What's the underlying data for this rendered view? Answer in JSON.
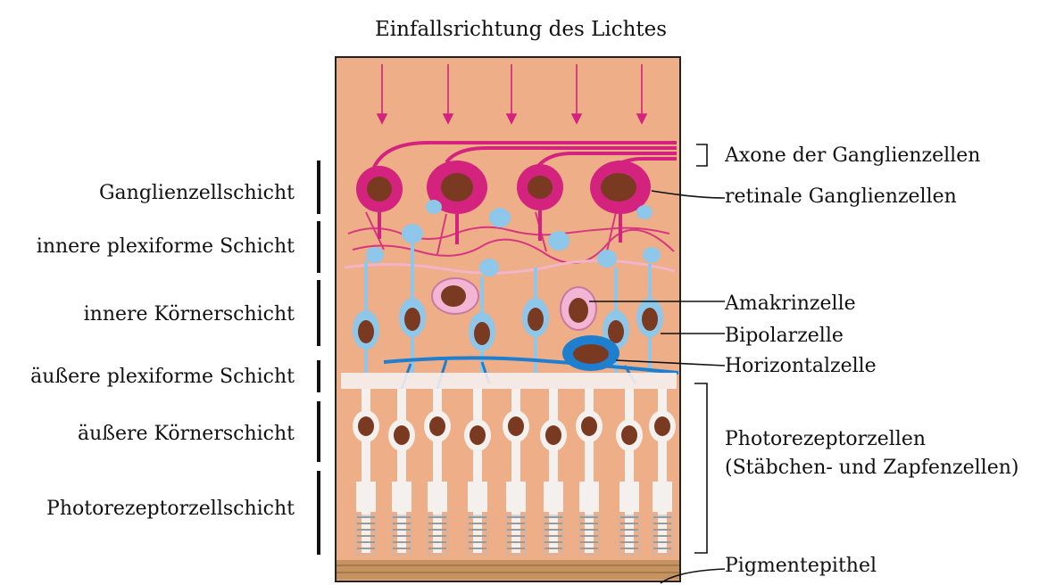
{
  "title": "Einfallsrichtung des Lichtes",
  "left_layers": [
    "Ganglienzellschicht",
    "innere plexiforme Schicht",
    "innere Körnerschicht",
    "äußere plexiforme Schicht",
    "äußere Körnerschicht",
    "Photorezeptorzellschicht"
  ],
  "right_labels": {
    "axons": "Axone der Ganglienzellen",
    "ganglion": "retinale Ganglienzellen",
    "amacrine": "Amakrinzelle",
    "bipolar": "Bipolarzelle",
    "horizontal": "Horizontalzelle",
    "photoreceptor_1": "Photorezeptorzellen",
    "photoreceptor_2": "(Stäbchen- und Zapfenzellen)",
    "pigment": "Pigmentepithel"
  },
  "colors": {
    "tissue": "#eeae87",
    "ganglion": "#d4237f",
    "nucleus": "#7a3a22",
    "bipolar": "#8ec7ea",
    "amacrine": "#f2b6d4",
    "horizontal": "#1f7fcf",
    "photoreceptor": "#f4f0ee"
  }
}
